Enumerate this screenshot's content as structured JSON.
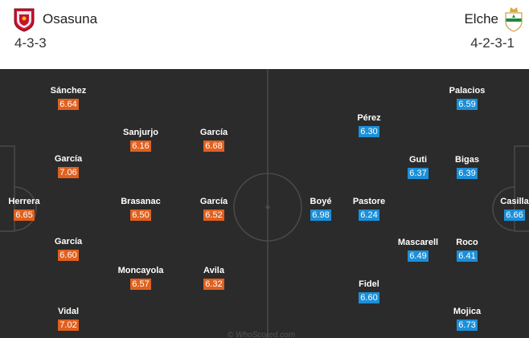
{
  "home": {
    "name": "Osasuna",
    "formation": "4-3-3",
    "crest_icon": "osasuna-crest-icon",
    "color": "#e0601f",
    "players": [
      {
        "name": "Sánchez",
        "rating": "6.64"
      },
      {
        "name": "García",
        "rating": "7.06"
      },
      {
        "name": "Herrera",
        "rating": "6.65"
      },
      {
        "name": "García",
        "rating": "6.60"
      },
      {
        "name": "Vidal",
        "rating": "7.02"
      },
      {
        "name": "Sanjurjo",
        "rating": "6.16"
      },
      {
        "name": "Brasanac",
        "rating": "6.50"
      },
      {
        "name": "Moncayola",
        "rating": "6.57"
      },
      {
        "name": "García",
        "rating": "6.68"
      },
      {
        "name": "García",
        "rating": "6.52"
      },
      {
        "name": "Avila",
        "rating": "6.32"
      }
    ]
  },
  "away": {
    "name": "Elche",
    "formation": "4-2-3-1",
    "crest_icon": "elche-crest-icon",
    "color": "#1b8fd8",
    "players": [
      {
        "name": "Pérez",
        "rating": "6.30"
      },
      {
        "name": "Boyé",
        "rating": "6.98"
      },
      {
        "name": "Pastore",
        "rating": "6.24"
      },
      {
        "name": "Fidel",
        "rating": "6.60"
      },
      {
        "name": "Guti",
        "rating": "6.37"
      },
      {
        "name": "Mascarell",
        "rating": "6.49"
      },
      {
        "name": "Palacios",
        "rating": "6.59"
      },
      {
        "name": "Bigas",
        "rating": "6.39"
      },
      {
        "name": "Roco",
        "rating": "6.41"
      },
      {
        "name": "Mojica",
        "rating": "6.73"
      },
      {
        "name": "Casilla",
        "rating": "6.66"
      }
    ]
  },
  "watermark": "© WhoScored.com"
}
